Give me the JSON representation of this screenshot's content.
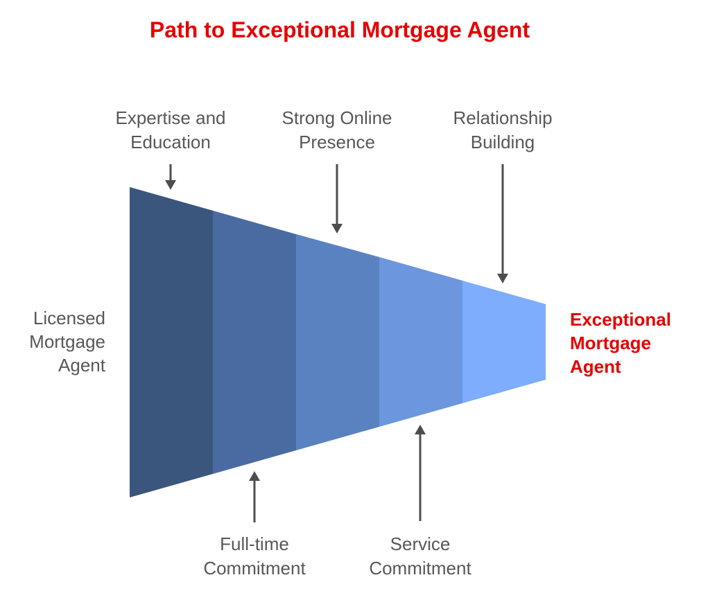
{
  "title": "Path to Exceptional Mortgage Agent",
  "colors": {
    "title_red": "#e60000",
    "end_label_red": "#e60000",
    "text_gray": "#575757",
    "arrow_gray": "#4d4d4d",
    "background": "#ffffff"
  },
  "funnel": {
    "start_label": "Licensed\nMortgage\nAgent",
    "end_label": "Exceptional\nMortgage\nAgent",
    "segment_colors": [
      "#3b567d",
      "#4a6ba1",
      "#5b82c0",
      "#6c96de",
      "#7dadfc"
    ]
  },
  "callouts": {
    "top": [
      "Expertise and\nEducation",
      "Strong Online\nPresence",
      "Relationship\nBuilding"
    ],
    "bottom": [
      "Full-time\nCommitment",
      "Service\nCommitment"
    ]
  },
  "chart_data": {
    "type": "funnel",
    "title": "Path to Exceptional Mortgage Agent",
    "orientation": "horizontal, narrowing left to right",
    "start_state": "Licensed Mortgage Agent",
    "end_state": "Exceptional Mortgage Agent",
    "stages": [
      {
        "label": "Expertise and Education",
        "callout_position": "top",
        "color": "#3b567d"
      },
      {
        "label": "Full-time Commitment",
        "callout_position": "bottom",
        "color": "#4a6ba1"
      },
      {
        "label": "Strong Online Presence",
        "callout_position": "top",
        "color": "#5b82c0"
      },
      {
        "label": "Service Commitment",
        "callout_position": "bottom",
        "color": "#6c96de"
      },
      {
        "label": "Relationship Building",
        "callout_position": "top",
        "color": "#7dadfc"
      }
    ]
  }
}
